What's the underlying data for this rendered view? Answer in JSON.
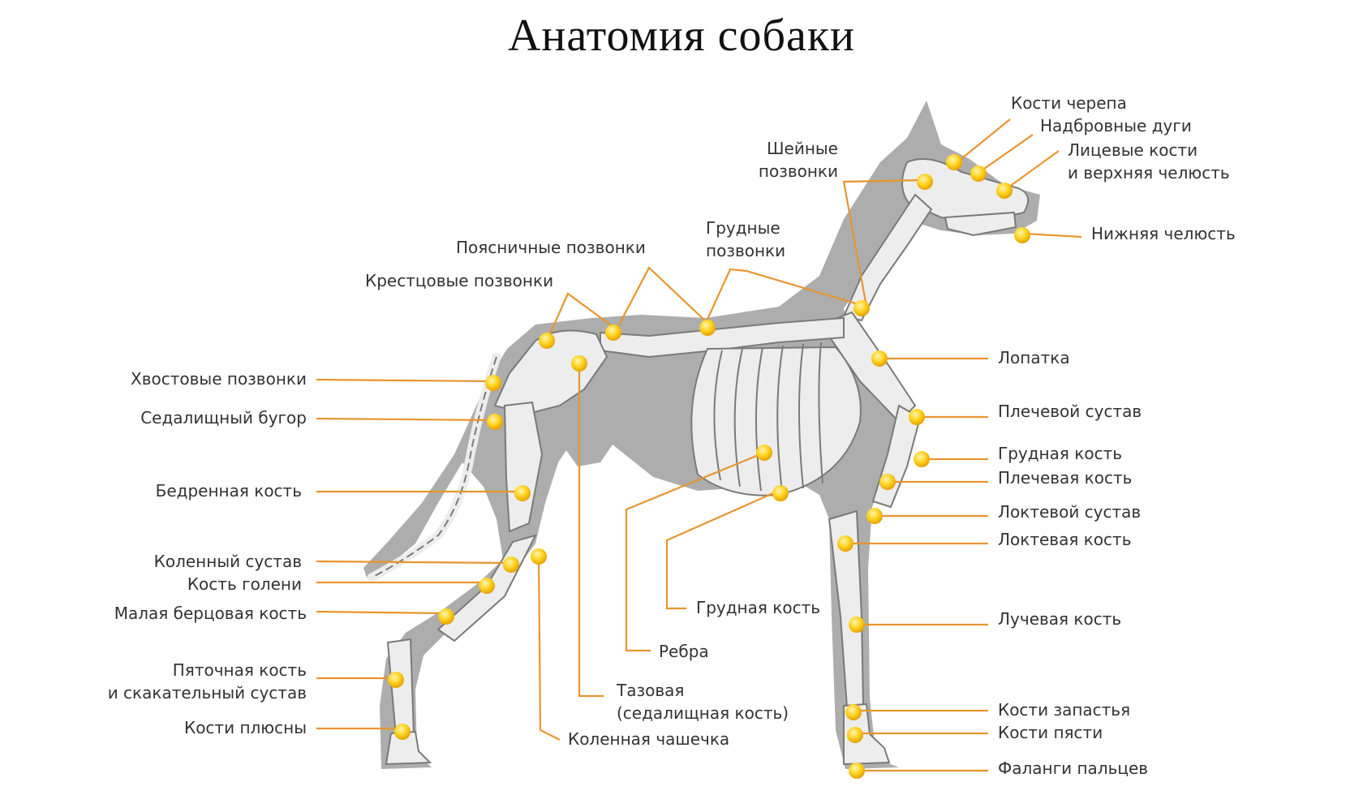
{
  "title": "Анатомия собаки",
  "colors": {
    "silhouette": "#adadad",
    "bone": "#ededed",
    "leader": "#e8952f",
    "marker": "#ffd21f",
    "label": "#333333"
  },
  "labels": {
    "skull": "Кости черепа",
    "brow": "Надбровные дуги",
    "face_1": "Лицевые кости",
    "face_2": "и верхняя челюсть",
    "jaw": "Нижняя челюсть",
    "cervical_1": "Шейные",
    "cervical_2": "позвонки",
    "thoracic_1": "Грудные",
    "thoracic_2": "позвонки",
    "lumbar": "Поясничные позвонки",
    "sacral": "Крестцовые позвонки",
    "tail": "Хвостовые позвонки",
    "ischial": "Седалищный бугор",
    "femur": "Бедренная кость",
    "knee": "Коленный сустав",
    "tibia": "Кость голени",
    "fibula": "Малая берцовая кость",
    "hock_1": "Пяточная кость",
    "hock_2": "и скакательный сустав",
    "metatarsal": "Кости плюсны",
    "patella": "Коленная чашечка",
    "pelvis_1": "Тазовая",
    "pelvis_2": "(седалищная кость)",
    "ribs": "Ребра",
    "sternum_lower": "Грудная кость",
    "scapula": "Лопатка",
    "shoulder": "Плечевой сустав",
    "sternum": "Грудная кость",
    "humerus": "Плечевая кость",
    "elbow": "Локтевой сустав",
    "ulna": "Локтевая кость",
    "radius": "Лучевая кость",
    "carpus": "Кости запастья",
    "metacarpus": "Кости пясти",
    "phalanges": "Фаланги пальцев"
  }
}
